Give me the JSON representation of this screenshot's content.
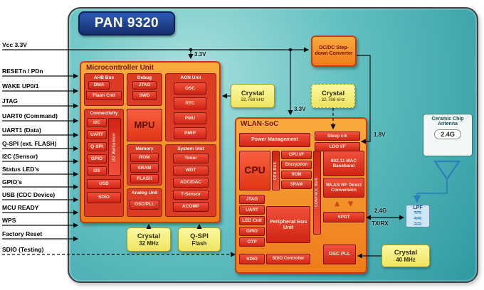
{
  "title": "PAN 9320",
  "pins": [
    {
      "label": "Vcc 3.3V"
    },
    {
      "label": "RESETn / PDn"
    },
    {
      "label": "WAKE UP0/1"
    },
    {
      "label": "JTAG"
    },
    {
      "label": "UART0 (Command)"
    },
    {
      "label": "UART1 (Data)"
    },
    {
      "label": "Q-SPI (ext. FLASH)"
    },
    {
      "label": "I2C (Sensor)"
    },
    {
      "label": "Status LED's"
    },
    {
      "label": "GPIO's"
    },
    {
      "label": "USB (CDC Device)"
    },
    {
      "label": "MCU READY"
    },
    {
      "label": "WPS"
    },
    {
      "label": "Factory Reset"
    },
    {
      "label": "SDIO (Testing)"
    }
  ],
  "mcu": {
    "title": "Microcontroller Unit",
    "ahb": {
      "title": "AHB Bus",
      "items": [
        "DMA",
        "Flash Cntl"
      ]
    },
    "debug": {
      "title": "Debug",
      "items": [
        "JTAG",
        "SWD"
      ]
    },
    "aon": {
      "title": "AON Unit",
      "items": [
        "OSC",
        "RTC",
        "PMU",
        "PMIP"
      ]
    },
    "connectivity": {
      "title": "Connectivity",
      "mux": "I/O Multiplexer",
      "items": [
        "I2C",
        "UART",
        "Q-SPI",
        "GPIO",
        "I2S",
        "USB",
        "SDIO"
      ]
    },
    "mpu": "MPU",
    "memory": {
      "title": "Memory",
      "items": [
        "ROM",
        "SRAM",
        "FLASH"
      ]
    },
    "analog": {
      "title": "Analog Unit",
      "items": [
        "OSC/PLL"
      ]
    },
    "system": {
      "title": "System Unit",
      "items": [
        "Timer",
        "WDT",
        "ADC/DAC",
        "T-Sensor",
        "ACOMP"
      ]
    }
  },
  "wlan": {
    "title": "WLAN-SoC",
    "power": "Power Management",
    "sleep": "Sleep clk",
    "ldo": "LDO I/F",
    "cpu": "CPU",
    "cpu_bus": "CPU BUS",
    "cpu_col": [
      "CPU I/F",
      "Encryption",
      "ROM",
      "SRAM"
    ],
    "control_bus": "CONTROL BUS",
    "mac": "802.11 MAC Baseband",
    "rf": "WLAN RF Direct Conversion",
    "spdt": "SPDT",
    "peripheral": "Peripheral Bus Unit",
    "left_items": [
      "JTAG",
      "UART",
      "LED Cntl",
      "GPIO",
      "OTP"
    ],
    "sdio": "SDIO",
    "sdio_ctrl": "SDIO Controller",
    "osc_pll": "OSC PLL"
  },
  "external": {
    "dcdc": "DC/DC Step-down Converter",
    "crystal_mcu": {
      "title": "Crystal",
      "value": "32.768 kHz"
    },
    "crystal_wlan": {
      "title": "Crystal",
      "value": "32.768 kHz"
    },
    "crystal_32m": {
      "title": "Crystal",
      "value": "32 MHz"
    },
    "qspi_flash": {
      "title": "Q-SPI",
      "value": "Flash"
    },
    "crystal_40m": {
      "title": "Crystal",
      "value": "40 MHz"
    },
    "antenna": {
      "title": "Ceramic Chip Antenna",
      "band": "2.4G"
    },
    "lpf": "LPF"
  },
  "labels": {
    "v33_a": "3.3V",
    "v33_b": "3.3V",
    "v18": "1.8V",
    "rf_band": "2.4G",
    "rf_dir": "TX/RX"
  },
  "icons": {
    "lpf_waves": "≈≈",
    "amp_up": "▲",
    "amp_down": "▼"
  },
  "colors": {
    "module_teal": "#4fb3b6",
    "block_orange": "#f59a2a",
    "block_red": "#dd3c24",
    "chip_red": "#e8422a",
    "crystal_yellow": "#f7ef7d",
    "title_blue": "#1c3f8f",
    "antenna_blue": "#2e7fb8",
    "wire_black": "#101010"
  }
}
